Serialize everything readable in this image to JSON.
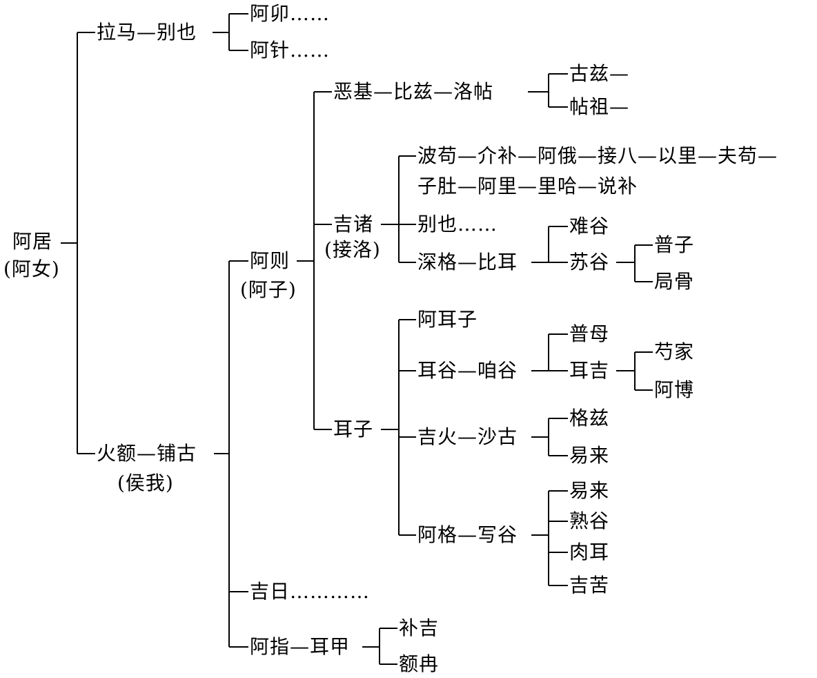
{
  "root": {
    "name": "阿居",
    "alias": "(阿女)"
  },
  "n_lama": "拉马—别也",
  "n_amao": "阿卯……",
  "n_azhen": "阿针……",
  "n_hue": "火额—铺古",
  "n_hue_alias": "(侯我)",
  "n_aze": "阿则",
  "n_aze_alias": "(阿子)",
  "n_eji": "恶基—比兹—洛帖",
  "n_guzi": "古兹—",
  "n_tiezu": "帖祖—",
  "n_jizhu": "吉诸",
  "n_jizhu_alias": "(接洛)",
  "n_bogou": "波苟—介补—阿俄—接八—以里—夫苟—",
  "n_zidu": "子肚—阿里—里哈—说补",
  "n_bieye": "别也……",
  "n_shenge": "深格—比耳",
  "n_nangu": "难谷",
  "n_sugu": "苏谷",
  "n_puzi": "普子",
  "n_jugu": "局骨",
  "n_erzi": "耳子",
  "n_aerzi": "阿耳子",
  "n_ergu": "耳谷—咱谷",
  "n_pumu": "普母",
  "n_erji": "耳吉",
  "n_shaojia": "芍家",
  "n_abo": "阿博",
  "n_jihuo": "吉火—沙古",
  "n_gezi": "格兹",
  "n_yilai1": "易来",
  "n_age": "阿格—写谷",
  "n_yilai2": "易来",
  "n_shugu": "熟谷",
  "n_rouer": "肉耳",
  "n_jiku": "吉苦",
  "n_jiri": "吉日…………",
  "n_azhi": "阿指—耳甲",
  "n_buji": "补吉",
  "n_eran": "额冉"
}
